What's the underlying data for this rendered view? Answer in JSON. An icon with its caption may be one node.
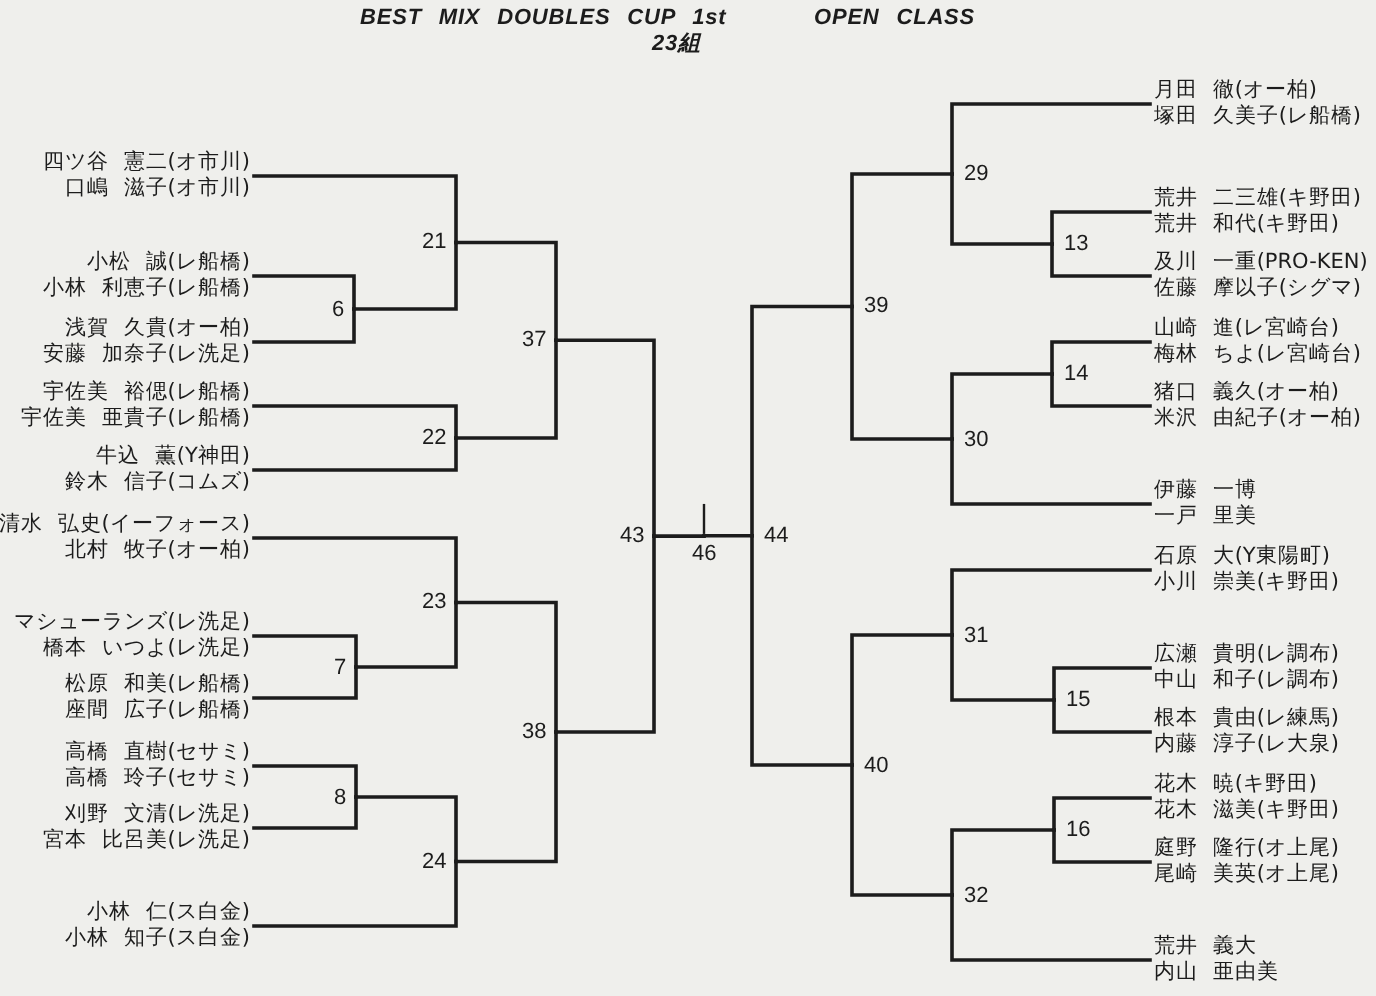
{
  "diagram": {
    "title": "BEST MIX DOUBLES CUP 1st",
    "nodes": [
      {
        "text": [
          "四ツ谷 憲二(オ市川)",
          "口嶋 滋子(オ市川)"
        ]
      },
      {
        "text": [
          "小松 誠(レ船橋)",
          "小林 利恵子(レ船橋)"
        ]
      },
      {
        "text": [
          "浅賀 久貴(オー柏)",
          "安藤 加奈子(レ洗足)"
        ]
      },
      {
        "text": [
          "宇佐美 裕偲(レ船橋)",
          "宇佐美 亜貴子(レ船橋)"
        ]
      },
      {
        "text": [
          "牛込 薫(Y神田)",
          "鈴木 信子(コムズ)"
        ]
      },
      {
        "text": [
          "清水 弘史(イーフォース)",
          "北村 牧子(オー柏)"
        ]
      },
      {
        "text": [
          "マシューランズ(レ洗足)",
          "橋本 いつよ(レ洗足)"
        ]
      },
      {
        "text": [
          "松原 和美(レ船橋)",
          "座間 広子(レ船橋)"
        ]
      },
      {
        "text": [
          "高橋 直樹(セサミ)",
          "高橋 玲子(セサミ)"
        ]
      },
      {
        "text": [
          "刈野 文清(レ洗足)",
          "宮本 比呂美(レ洗足)"
        ]
      },
      {
        "text": [
          "小林 仁(ス白金)",
          "小林 知子(ス白金)"
        ]
      },
      {
        "text": [
          "月田 徹(オー柏)",
          "塚田 久美子(レ船橋)"
        ]
      },
      {
        "text": [
          "荒井 二三雄(キ野田)",
          "荒井 和代(キ野田)"
        ]
      },
      {
        "text": [
          "及川 一重(PRO-KEN)",
          "佐藤 摩以子(シグマ)"
        ]
      },
      {
        "text": [
          "山崎 進(レ宮崎台)",
          "梅林 ちよ(レ宮崎台)"
        ]
      },
      {
        "text": [
          "猪口 義久(オー柏)",
          "米沢 由紀子(オー柏)"
        ]
      },
      {
        "text": [
          "伊藤 一博",
          "一戸 里美"
        ]
      },
      {
        "text": [
          "石原 大(Y東陽町)",
          "小川 崇美(キ野田)"
        ]
      },
      {
        "text": [
          "広瀬 貴明(レ調布)",
          "中山 和子(レ調布)"
        ]
      },
      {
        "text": [
          "根本 貴由(レ練馬)",
          "内藤 淳子(レ大泉)"
        ]
      },
      {
        "text": [
          "花木 暁(キ野田)",
          "花木 滋美(キ野田)"
        ]
      },
      {
        "text": [
          "庭野 隆行(オ上尾)",
          "尾崎 美英(オ上尾)"
        ]
      },
      {
        "text": [
          "荒井 義大",
          "内山 亜由美"
        ]
      },
      {
        "text": [
          "6"
        ]
      },
      {
        "text": [
          "7"
        ]
      },
      {
        "text": [
          "8"
        ]
      },
      {
        "text": [
          "13"
        ]
      },
      {
        "text": [
          "14"
        ]
      },
      {
        "text": [
          "15"
        ]
      },
      {
        "text": [
          "16"
        ]
      },
      {
        "text": [
          "21"
        ]
      },
      {
        "text": [
          "22"
        ]
      },
      {
        "text": [
          "23"
        ]
      },
      {
        "text": [
          "24"
        ]
      },
      {
        "text": [
          "29"
        ]
      },
      {
        "text": [
          "30"
        ]
      },
      {
        "text": [
          "31"
        ]
      },
      {
        "text": [
          "32"
        ]
      },
      {
        "text": [
          "37"
        ]
      },
      {
        "text": [
          "38"
        ]
      },
      {
        "text": [
          "39"
        ]
      },
      {
        "text": [
          "40"
        ]
      },
      {
        "text": [
          "43"
        ]
      },
      {
        "text": [
          "44"
        ]
      },
      {
        "text": [
          "46"
        ]
      }
    ],
    "edges": [
      {
        "from": 0,
        "to": 30,
        "arrow": "none"
      },
      {
        "from": 1,
        "to": 23,
        "arrow": "none"
      },
      {
        "from": 2,
        "to": 23,
        "arrow": "none"
      },
      {
        "from": 23,
        "to": 30,
        "arrow": "none"
      },
      {
        "from": 3,
        "to": 31,
        "arrow": "none"
      },
      {
        "from": 4,
        "to": 31,
        "arrow": "none"
      },
      {
        "from": 5,
        "to": 32,
        "arrow": "none"
      },
      {
        "from": 6,
        "to": 24,
        "arrow": "none"
      },
      {
        "from": 7,
        "to": 24,
        "arrow": "none"
      },
      {
        "from": 24,
        "to": 32,
        "arrow": "none"
      },
      {
        "from": 8,
        "to": 25,
        "arrow": "none"
      },
      {
        "from": 9,
        "to": 25,
        "arrow": "none"
      },
      {
        "from": 25,
        "to": 33,
        "arrow": "none"
      },
      {
        "from": 10,
        "to": 33,
        "arrow": "none"
      },
      {
        "from": 30,
        "to": 38,
        "arrow": "none"
      },
      {
        "from": 31,
        "to": 38,
        "arrow": "none"
      },
      {
        "from": 32,
        "to": 39,
        "arrow": "none"
      },
      {
        "from": 33,
        "to": 39,
        "arrow": "none"
      },
      {
        "from": 38,
        "to": 42,
        "arrow": "none"
      },
      {
        "from": 39,
        "to": 42,
        "arrow": "none"
      },
      {
        "from": 42,
        "to": 44,
        "arrow": "none"
      },
      {
        "from": 11,
        "to": 34,
        "arrow": "none"
      },
      {
        "from": 12,
        "to": 26,
        "arrow": "none"
      },
      {
        "from": 13,
        "to": 26,
        "arrow": "none"
      },
      {
        "from": 26,
        "to": 34,
        "arrow": "none"
      },
      {
        "from": 14,
        "to": 27,
        "arrow": "none"
      },
      {
        "from": 15,
        "to": 27,
        "arrow": "none"
      },
      {
        "from": 27,
        "to": 35,
        "arrow": "none"
      },
      {
        "from": 16,
        "to": 35,
        "arrow": "none"
      },
      {
        "from": 17,
        "to": 36,
        "arrow": "none"
      },
      {
        "from": 18,
        "to": 28,
        "arrow": "none"
      },
      {
        "from": 19,
        "to": 28,
        "arrow": "none"
      },
      {
        "from": 28,
        "to": 36,
        "arrow": "none"
      },
      {
        "from": 20,
        "to": 29,
        "arrow": "none"
      },
      {
        "from": 21,
        "to": 29,
        "arrow": "none"
      },
      {
        "from": 29,
        "to": 37,
        "arrow": "none"
      },
      {
        "from": 22,
        "to": 37,
        "arrow": "none"
      },
      {
        "from": 34,
        "to": 40,
        "arrow": "none"
      },
      {
        "from": 35,
        "to": 40,
        "arrow": "none"
      },
      {
        "from": 36,
        "to": 41,
        "arrow": "none"
      },
      {
        "from": 37,
        "to": 41,
        "arrow": "none"
      },
      {
        "from": 40,
        "to": 43,
        "arrow": "none"
      },
      {
        "from": 41,
        "to": 43,
        "arrow": "none"
      },
      {
        "from": 43,
        "to": 44,
        "arrow": "none"
      }
    ],
    "labels": [
      "OPEN CLASS",
      "23組"
    ]
  }
}
